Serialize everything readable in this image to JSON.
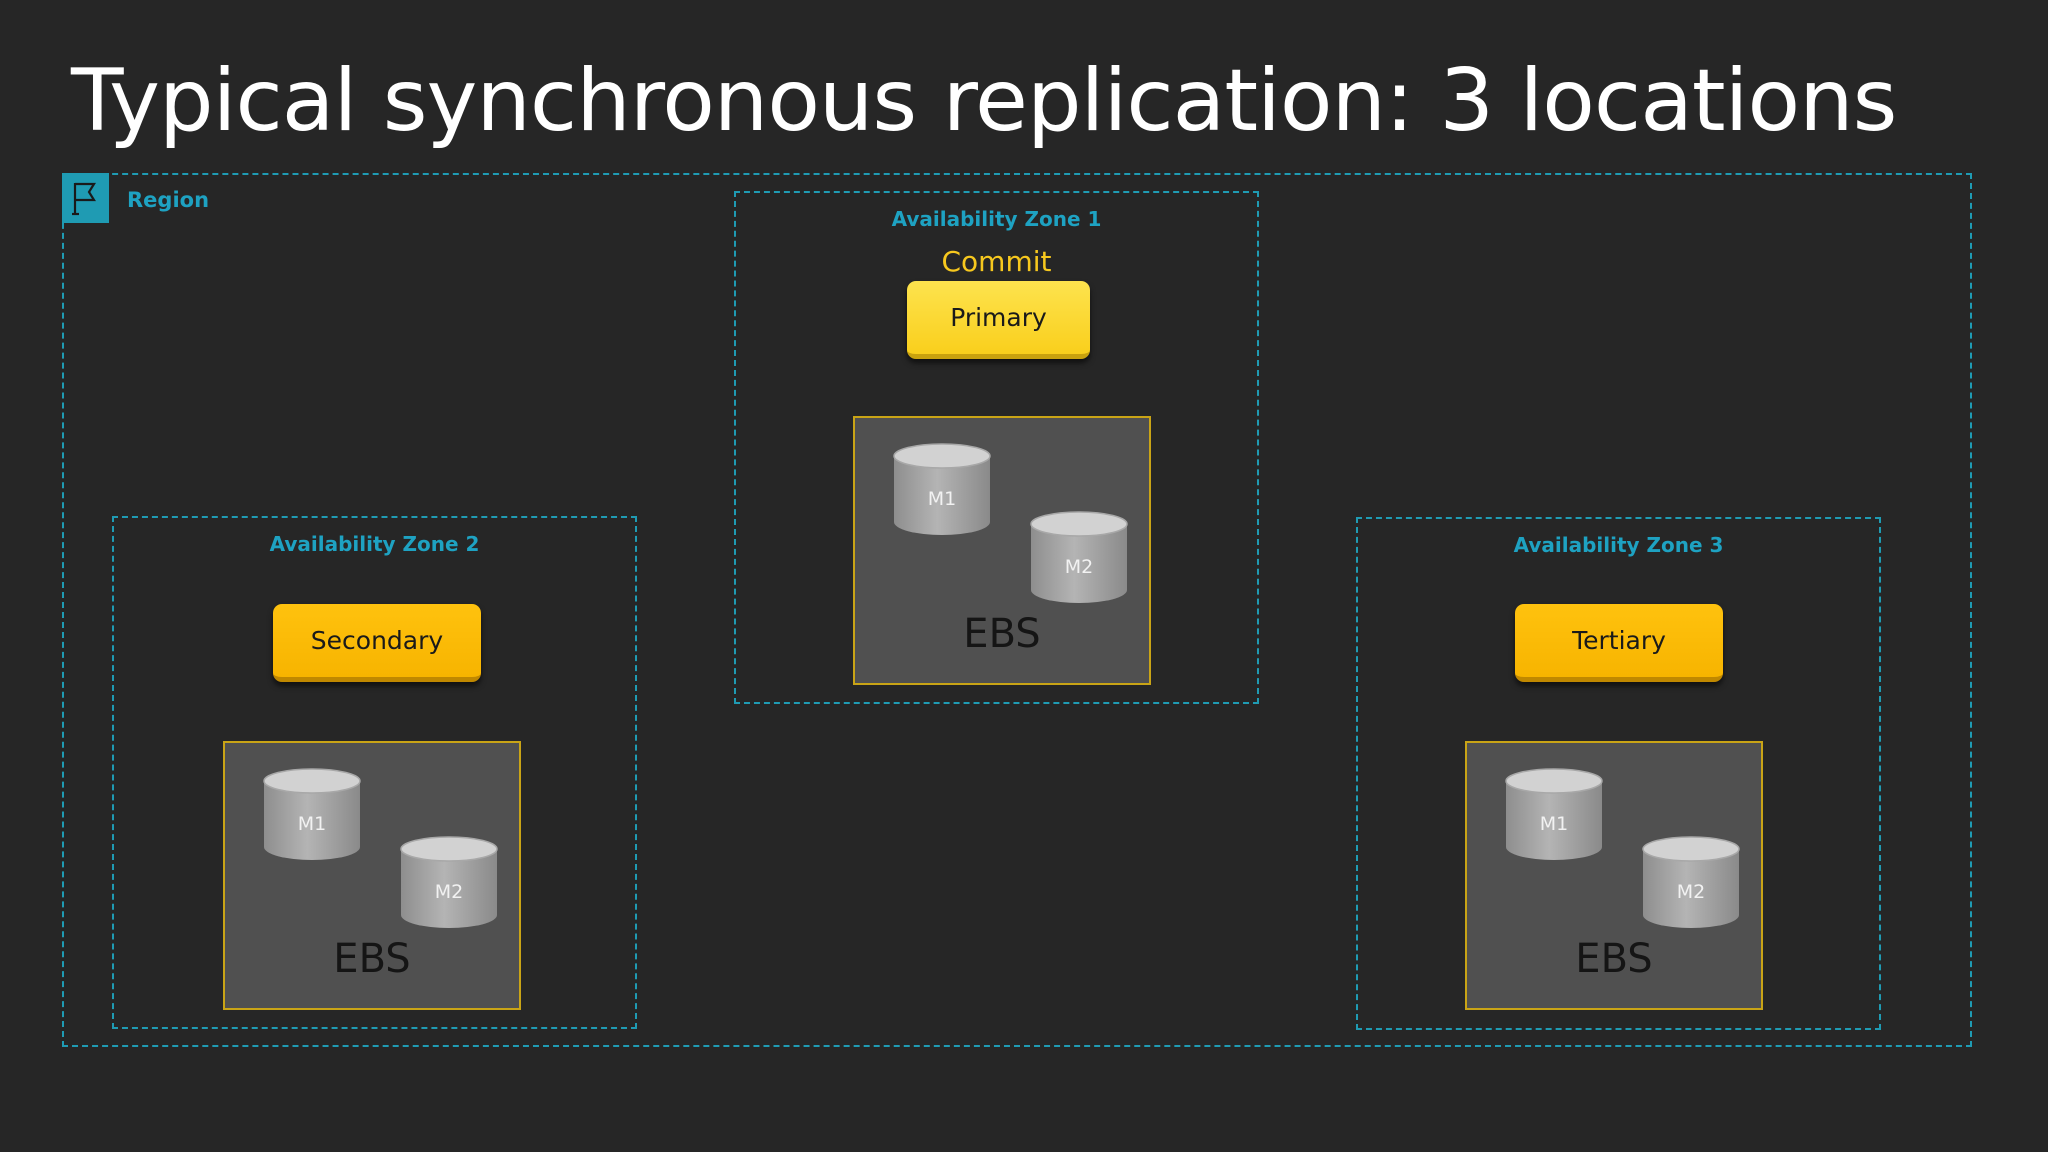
{
  "title": "Typical synchronous replication: 3 locations",
  "region": {
    "label": "Region",
    "icon": "flag-icon",
    "color": "#1f9bb3"
  },
  "zones": {
    "az1": {
      "label": "Availability Zone 1",
      "commit": "Commit",
      "db_label": "Primary",
      "ebs": {
        "label": "EBS",
        "volumes": [
          "M1",
          "M2"
        ]
      }
    },
    "az2": {
      "label": "Availability Zone 2",
      "db_label": "Secondary",
      "ebs": {
        "label": "EBS",
        "volumes": [
          "M1",
          "M2"
        ]
      }
    },
    "az3": {
      "label": "Availability Zone 3",
      "db_label": "Tertiary",
      "ebs": {
        "label": "EBS",
        "volumes": [
          "M1",
          "M2"
        ]
      }
    }
  },
  "colors": {
    "background": "#262626",
    "primary": "#fbd93a",
    "replica": "#fbbb08",
    "ebs_border": "#c9a416"
  }
}
